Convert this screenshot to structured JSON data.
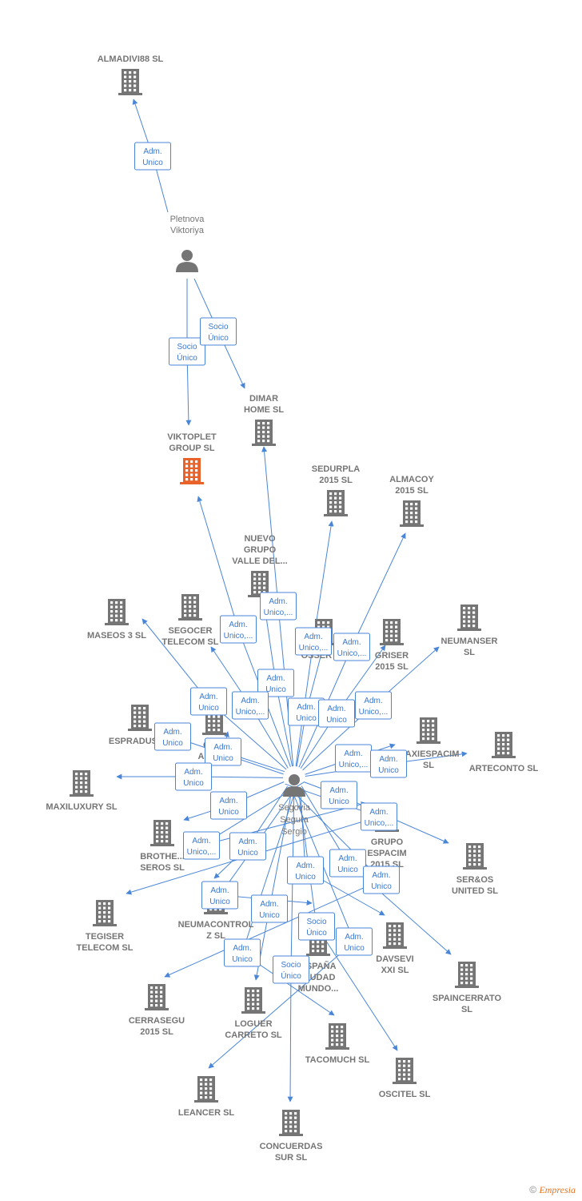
{
  "colors": {
    "edge": "#4a86d8",
    "node": "#757575",
    "highlight": "#e8622a",
    "label": "#757575"
  },
  "people": [
    {
      "id": "pletnova",
      "label": [
        "Pletnova",
        "Viktoriya"
      ]
    },
    {
      "id": "segovia",
      "label": [
        "Segovia",
        "Segura",
        "Sergio"
      ]
    }
  ],
  "companies": [
    {
      "id": "almadivi88",
      "label": [
        "ALMADIVI88 SL"
      ],
      "highlight": false
    },
    {
      "id": "viktoplet",
      "label": [
        "VIKTOPLET",
        "GROUP  SL"
      ],
      "highlight": true
    },
    {
      "id": "dimar",
      "label": [
        "DIMAR",
        "HOME SL"
      ],
      "highlight": false
    },
    {
      "id": "sedurpla",
      "label": [
        "SEDURPLA",
        "2015  SL"
      ],
      "highlight": false
    },
    {
      "id": "almacoy",
      "label": [
        "ALMACOY",
        "2015  SL"
      ],
      "highlight": false
    },
    {
      "id": "nuevogrupo",
      "label": [
        "NUEVO",
        "GRUPO",
        "VALLE DEL..."
      ],
      "highlight": false
    },
    {
      "id": "maseos",
      "label": [
        "MASEOS 3 SL"
      ],
      "highlight": false
    },
    {
      "id": "segocer",
      "label": [
        "SEGOCER",
        "TELECOM  SL"
      ],
      "highlight": false
    },
    {
      "id": "osser",
      "label": [
        "OSSER 2..."
      ],
      "highlight": false
    },
    {
      "id": "griser",
      "label": [
        "GRISER",
        "2015  SL"
      ],
      "highlight": false
    },
    {
      "id": "neumanser",
      "label": [
        "NEUMANSER",
        "SL"
      ],
      "highlight": false
    },
    {
      "id": "espradus",
      "label": [
        "ESPRADUS  SL"
      ],
      "highlight": false
    },
    {
      "id": "ciudanda",
      "label": [
        "CIU...",
        "ANDA..."
      ],
      "highlight": false
    },
    {
      "id": "maxiespacim",
      "label": [
        "MAXIESPACIM",
        "SL"
      ],
      "highlight": false
    },
    {
      "id": "arteconto",
      "label": [
        "ARTECONTO SL"
      ],
      "highlight": false
    },
    {
      "id": "maxiluxury",
      "label": [
        "MAXILUXURY SL"
      ],
      "highlight": false
    },
    {
      "id": "brotheseros",
      "label": [
        "BROTHE...",
        "SEROS SL"
      ],
      "highlight": false
    },
    {
      "id": "grupoespacim",
      "label": [
        "GRUPO",
        "ESPACIM",
        "2015  SL"
      ],
      "highlight": false
    },
    {
      "id": "seros",
      "label": [
        "SER&OS",
        "UNITED SL"
      ],
      "highlight": false
    },
    {
      "id": "tegiser",
      "label": [
        "TEGISER",
        "TELECOM  SL"
      ],
      "highlight": false
    },
    {
      "id": "neumacontrol",
      "label": [
        "NEUMACONTROL",
        "Z  SL"
      ],
      "highlight": false
    },
    {
      "id": "espana",
      "label": [
        "ESPAÑA",
        "CIUDAD",
        "MUNDO..."
      ],
      "highlight": false
    },
    {
      "id": "davsevi",
      "label": [
        "DAVSEVI",
        "XXI  SL"
      ],
      "highlight": false
    },
    {
      "id": "spaincerrato",
      "label": [
        "SPAINCERRATO",
        "SL"
      ],
      "highlight": false
    },
    {
      "id": "cerrasegu",
      "label": [
        "CERRASEGU",
        "2015  SL"
      ],
      "highlight": false
    },
    {
      "id": "loguer",
      "label": [
        "LOGUER",
        "CARRETO SL"
      ],
      "highlight": false
    },
    {
      "id": "tacomuch",
      "label": [
        "TACOMUCH SL"
      ],
      "highlight": false
    },
    {
      "id": "oscitel",
      "label": [
        "OSCITEL  SL"
      ],
      "highlight": false
    },
    {
      "id": "leancer",
      "label": [
        "LEANCER SL"
      ],
      "highlight": false
    },
    {
      "id": "concuerdas",
      "label": [
        "CONCUERDAS",
        "SUR  SL"
      ],
      "highlight": false
    }
  ],
  "edges": [
    {
      "from": "pletnova",
      "to": "almadivi88",
      "label": [
        "Adm.",
        "Unico"
      ]
    },
    {
      "from": "pletnova",
      "to": "viktoplet",
      "label": [
        "Socio",
        "Único"
      ]
    },
    {
      "from": "pletnova",
      "to": "dimar",
      "label": [
        "Socio",
        "Único"
      ]
    },
    {
      "from": "segovia",
      "to": "viktoplet",
      "label": [
        "Adm.",
        "Unico,..."
      ]
    },
    {
      "from": "segovia",
      "to": "dimar",
      "label": [
        "Adm.",
        "Unico,..."
      ]
    },
    {
      "from": "segovia",
      "to": "sedurpla",
      "label": [
        "Adm.",
        "Unico,..."
      ]
    },
    {
      "from": "segovia",
      "to": "almacoy",
      "label": [
        "Adm.",
        "Unico,..."
      ]
    },
    {
      "from": "segovia",
      "to": "nuevogrupo",
      "label": [
        "Adm.",
        "Unico"
      ]
    },
    {
      "from": "segovia",
      "to": "maseos",
      "label": [
        "Adm.",
        "Unico"
      ]
    },
    {
      "from": "segovia",
      "to": "segocer",
      "label": [
        "Adm.",
        "Unico,..."
      ]
    },
    {
      "from": "segovia",
      "to": "osser",
      "label": [
        "Adm.",
        "Unico"
      ]
    },
    {
      "from": "segovia",
      "to": "griser",
      "label": [
        "Adm.",
        "Unico"
      ]
    },
    {
      "from": "segovia",
      "to": "neumanser",
      "label": [
        "Adm.",
        "Unico,..."
      ]
    },
    {
      "from": "segovia",
      "to": "espradus",
      "label": [
        "Adm.",
        "Unico"
      ]
    },
    {
      "from": "segovia",
      "to": "ciudanda",
      "label": [
        "Adm.",
        "Unico"
      ]
    },
    {
      "from": "segovia",
      "to": "maxiespacim",
      "label": [
        "Adm.",
        "Unico,..."
      ]
    },
    {
      "from": "segovia",
      "to": "arteconto",
      "label": [
        "Adm.",
        "Unico"
      ]
    },
    {
      "from": "segovia",
      "to": "maxiluxury",
      "label": [
        "Adm.",
        "Unico"
      ]
    },
    {
      "from": "segovia",
      "to": "brotheseros",
      "label": [
        "Adm.",
        "Unico"
      ]
    },
    {
      "from": "segovia",
      "to": "grupoespacim",
      "label": [
        "Adm.",
        "Unico,..."
      ]
    },
    {
      "from": "segovia",
      "to": "seros",
      "label": [
        "Adm.",
        "Unico"
      ]
    },
    {
      "from": "segovia",
      "to": "tegiser",
      "label": [
        "Adm.",
        "Unico,..."
      ]
    },
    {
      "from": "segovia",
      "to": "neumacontrol",
      "label": [
        "Adm.",
        "Unico"
      ]
    },
    {
      "from": "segovia",
      "to": "espana",
      "label": [
        "Adm.",
        "Unico"
      ]
    },
    {
      "from": "segovia",
      "to": "davsevi",
      "label": [
        "Adm.",
        "Unico"
      ]
    },
    {
      "from": "segovia",
      "to": "spaincerrato",
      "label": [
        "Adm.",
        "Unico"
      ]
    },
    {
      "from": "segovia",
      "to": "cerrasegu",
      "label": [
        "Adm.",
        "Unico"
      ]
    },
    {
      "from": "segovia",
      "to": "loguer",
      "label": [
        "Adm.",
        "Unico"
      ]
    },
    {
      "from": "segovia",
      "to": "tacomuch",
      "label": [
        "Adm.",
        "Unico"
      ]
    },
    {
      "from": "segovia",
      "to": "oscitel",
      "label": [
        "Socio",
        "Único"
      ]
    },
    {
      "from": "segovia",
      "to": "leancer",
      "label": [
        "Adm.",
        "Unico"
      ]
    },
    {
      "from": "segovia",
      "to": "concuerdas",
      "label": [
        "Socio",
        "Único"
      ]
    }
  ],
  "footer": {
    "copyright": "©",
    "brand": "Empresia"
  }
}
